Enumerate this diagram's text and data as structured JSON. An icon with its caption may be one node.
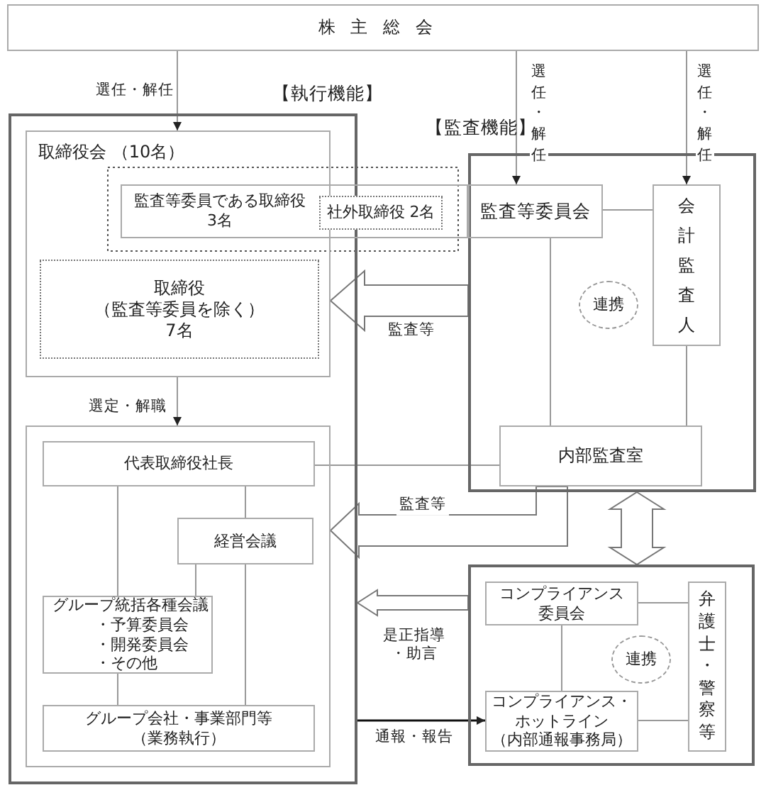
{
  "diagram": {
    "nodes": [
      {
        "text": [
          "株主総会"
        ]
      },
      {
        "text": [
          "【執行機能】"
        ]
      },
      {
        "text": [
          "取締役会 （10名）"
        ],
        "in": 1
      },
      {
        "text": [
          "監査等委員である取締役",
          "3名"
        ]
      },
      {
        "text": [
          "社外取締役 2名"
        ],
        "in": 3
      },
      {
        "text": [
          "取締役",
          "（監査等委員を除く）",
          "7名"
        ],
        "in": 2
      },
      {
        "text": [],
        "shape": "box",
        "in": 1
      },
      {
        "text": [
          "代表取締役社長"
        ],
        "in": 6
      },
      {
        "text": [
          "経営会議"
        ],
        "in": 6
      },
      {
        "text": [
          "グループ統括各種会議",
          "・予算委員会",
          "・開発委員会",
          "・その他"
        ],
        "in": 6
      },
      {
        "text": [
          "グループ会社・事業部門等",
          "（業務執行）"
        ],
        "in": 6
      },
      {
        "text": [
          "【監査機能】"
        ]
      },
      {
        "text": [
          "監査等委員会"
        ],
        "in": 11
      },
      {
        "text": [
          "会計監査人"
        ],
        "in": 11
      },
      {
        "text": [
          "連携"
        ],
        "in": 11
      },
      {
        "text": [
          "内部監査室"
        ],
        "in": 11
      },
      {
        "text": [],
        "shape": "box"
      },
      {
        "text": [
          "コンプライアンス委員会"
        ],
        "in": 16
      },
      {
        "text": [
          "連携"
        ],
        "in": 16
      },
      {
        "text": [
          "弁護士・警察等"
        ],
        "in": 16
      },
      {
        "text": [
          "コンプライアンス・ホットライン",
          "（内部通報事務局）"
        ],
        "in": 16
      }
    ],
    "edges": [
      {
        "from": 0,
        "to": 2,
        "arrow": "to",
        "label": "選任・解任"
      },
      {
        "from": 0,
        "to": 12,
        "arrow": "to",
        "label": "選任・解任"
      },
      {
        "from": 0,
        "to": 13,
        "arrow": "to",
        "label": "選任・解任"
      },
      {
        "from": 12,
        "to": 13,
        "arrow": "none"
      },
      {
        "from": 12,
        "to": 15,
        "arrow": "none"
      },
      {
        "from": 13,
        "to": 15,
        "arrow": "none"
      },
      {
        "from": 11,
        "to": 2,
        "arrow": "to",
        "label": "監査等",
        "style": "thick"
      },
      {
        "from": 2,
        "to": 6,
        "arrow": "to",
        "label": "選定・解職"
      },
      {
        "from": 7,
        "to": 15,
        "arrow": "none"
      },
      {
        "from": 7,
        "to": 9,
        "arrow": "none"
      },
      {
        "from": 9,
        "to": 10,
        "arrow": "none"
      },
      {
        "from": 7,
        "to": 8,
        "arrow": "none"
      },
      {
        "from": 8,
        "to": 10,
        "arrow": "none"
      },
      {
        "from": 8,
        "to": 9,
        "arrow": "none"
      },
      {
        "from": 15,
        "to": 6,
        "arrow": "to",
        "label": "監査等",
        "style": "thick"
      },
      {
        "from": 11,
        "to": 16,
        "arrow": "both",
        "style": "thick"
      },
      {
        "from": 16,
        "to": 1,
        "arrow": "to",
        "label": "是正指導・助言",
        "style": "thick"
      },
      {
        "from": 1,
        "to": 20,
        "arrow": "to",
        "label": "通報・報告",
        "color": "#111111"
      },
      {
        "from": 17,
        "to": 19,
        "arrow": "none"
      },
      {
        "from": 20,
        "to": 19,
        "arrow": "none"
      },
      {
        "from": 17,
        "to": 20,
        "arrow": "none"
      }
    ]
  }
}
